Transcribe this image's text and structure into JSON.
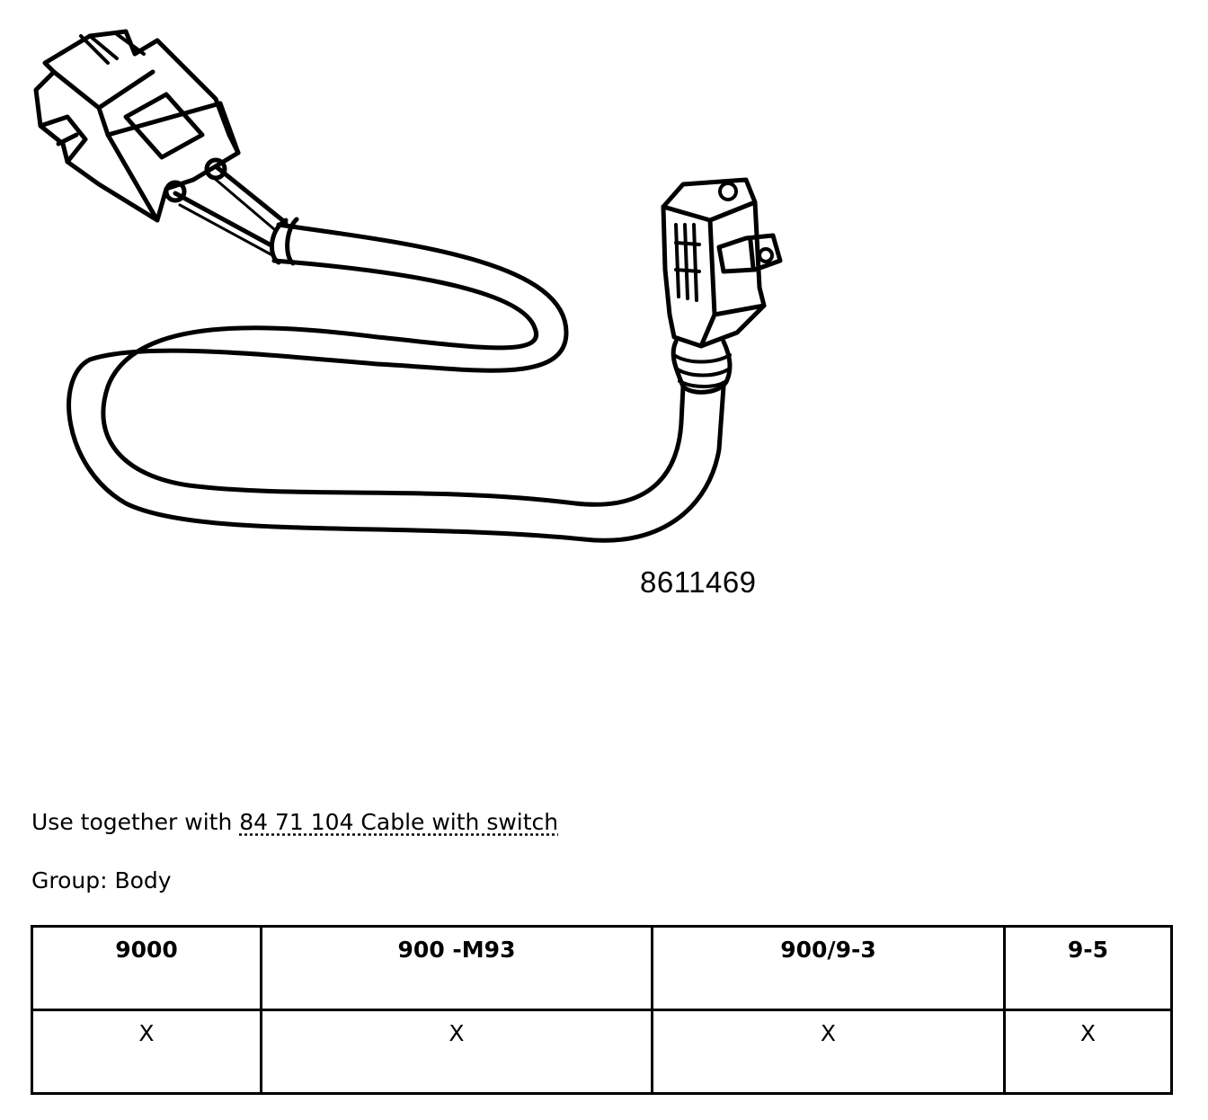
{
  "figure": {
    "part_number": "8611469",
    "icon": "cable-connector-illustration"
  },
  "usage": {
    "prefix": "Use together with ",
    "link_text": "84 71 104 Cable with switch"
  },
  "group": {
    "text": "Group: Body"
  },
  "models_table": {
    "headers": [
      "9000",
      "900 -M93",
      "900/9-3",
      "9-5"
    ],
    "row": [
      "X",
      "X",
      "X",
      "X"
    ]
  }
}
